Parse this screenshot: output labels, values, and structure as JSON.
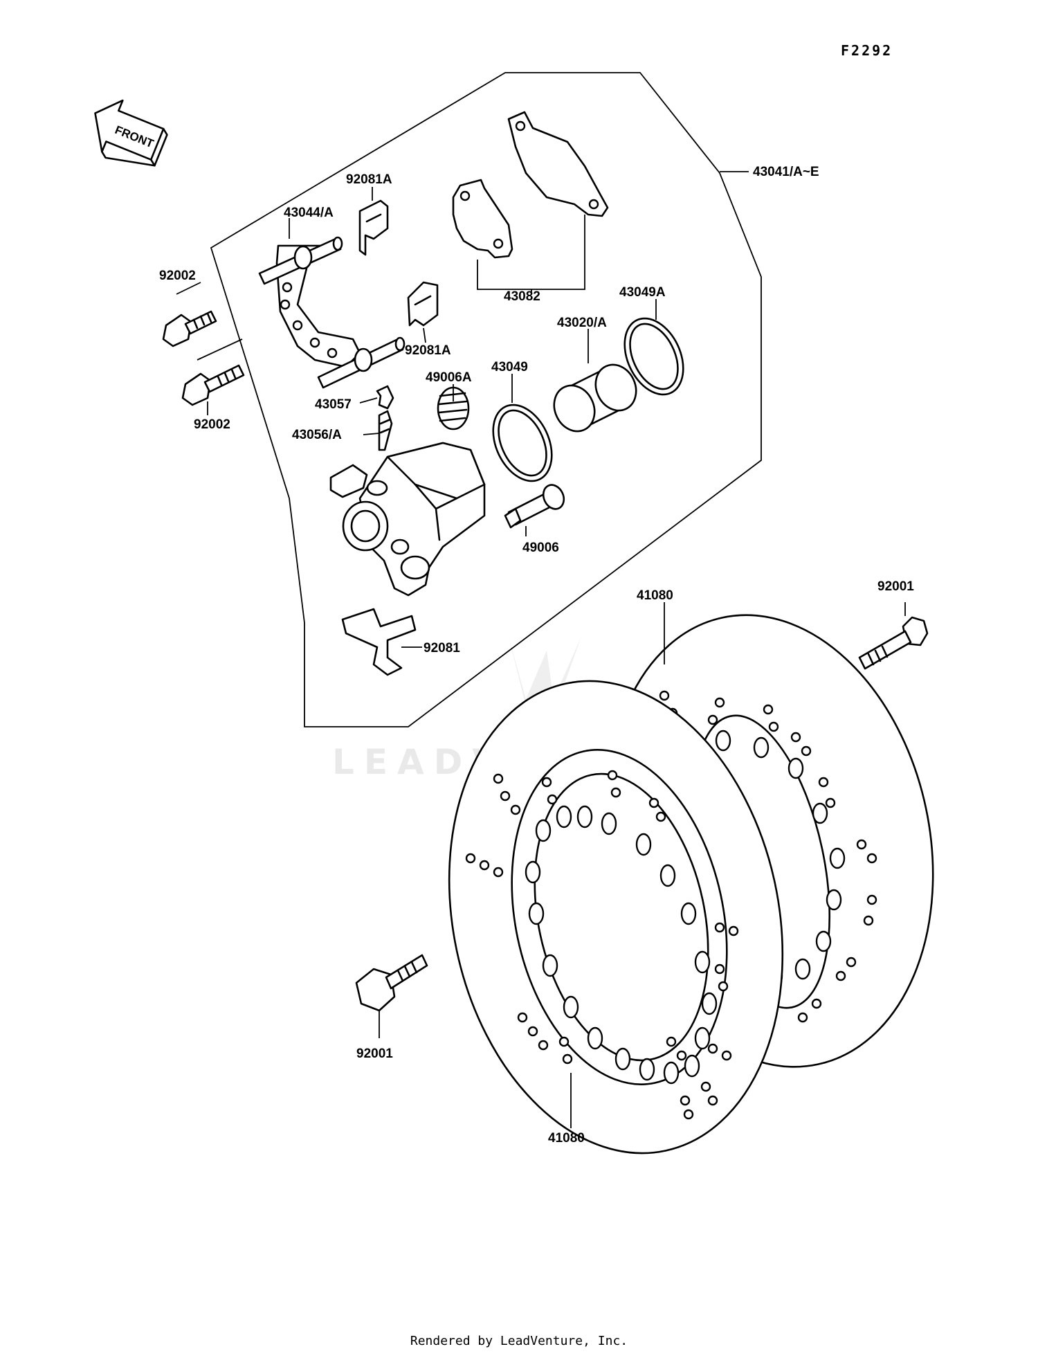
{
  "figure_id": "F2292",
  "front_label": "FRONT",
  "watermark": "LEADVENTURE",
  "footer": "Rendered by LeadVenture, Inc.",
  "parts": {
    "caliper_assy": "43041/A~E",
    "holder": "43044/A",
    "spring_top": "92081A",
    "spring_mid": "92081A",
    "bolt_upper": "92002",
    "bolt_lower": "92002",
    "pads": "43082",
    "seal_a": "43049A",
    "piston": "43020/A",
    "seal": "43049",
    "boot": "49006A",
    "cap": "43057",
    "bleed_valve": "43056/A",
    "pin": "49006",
    "spring_bottom": "92081",
    "disc_back": "41080",
    "disc_front": "41080",
    "screw_right": "92001",
    "screw_left": "92001"
  }
}
